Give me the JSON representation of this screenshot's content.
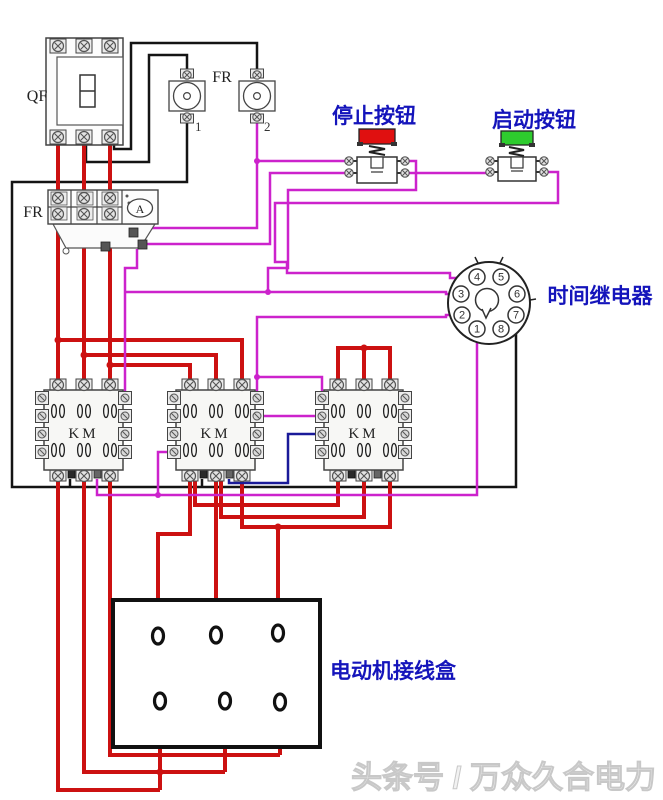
{
  "diagram": {
    "labels": {
      "breaker": "QF",
      "fr_units_label": "FR",
      "fr_unit1_number": "1",
      "fr_unit2_number": "2",
      "fr_block_label": "FR",
      "ammeter": "A",
      "stop_button": "停止按钮",
      "start_button": "启动按钮",
      "time_relay": "时间继电器",
      "motor_terminal_box": "电动机接线盒"
    },
    "contactors": [
      {
        "label": "KM"
      },
      {
        "label": "KM"
      },
      {
        "label": "KM"
      }
    ],
    "time_relay_pins": [
      "1",
      "2",
      "3",
      "4",
      "5",
      "6",
      "7",
      "8"
    ],
    "watermark": "头条号 / 万众久合电力",
    "colors": {
      "power_wire": "#cc1111",
      "control_wire": "#cc22cc",
      "neutral_wire": "#141414",
      "aux_wire": "#1a1a99",
      "label_text": "#1414bb",
      "stop_cap": "#e01010",
      "start_cap": "#2ecc2e",
      "watermark_text": "#f2f2f2"
    }
  }
}
